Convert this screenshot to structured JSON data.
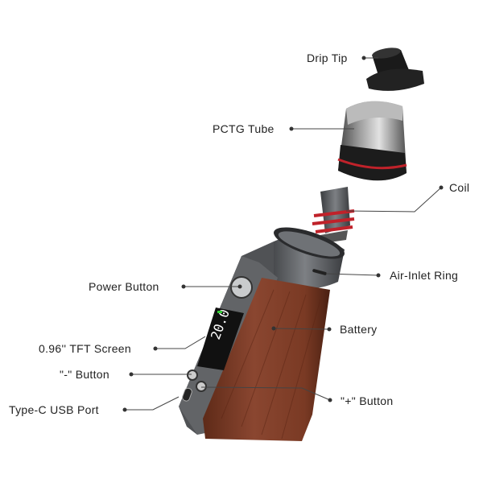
{
  "labels": {
    "drip_tip": "Drip Tip",
    "pctg_tube": "PCTG Tube",
    "coil": "Coil",
    "air_inlet_ring": "Air-Inlet Ring",
    "power_button": "Power Button",
    "battery": "Battery",
    "tft_screen": "0.96'' TFT Screen",
    "minus_button": "\"-\" Button",
    "type_c_port": "Type-C USB Port",
    "plus_button": "\"+\" Button"
  },
  "screen": {
    "value": "20.0"
  },
  "colors": {
    "wood": "#7a3a24",
    "frame": "#55575a",
    "accent_red": "#c0222a",
    "text": "#222222"
  }
}
